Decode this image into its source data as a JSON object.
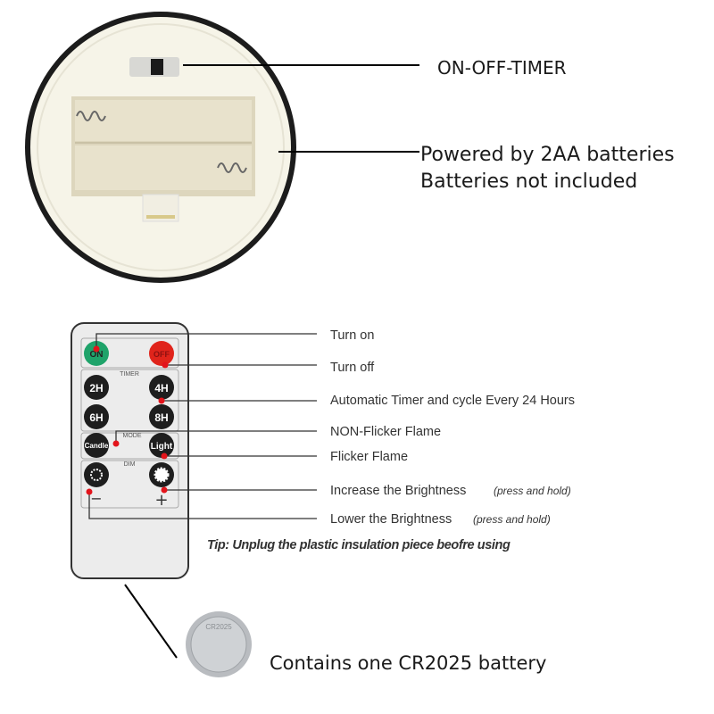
{
  "base": {
    "switch_label": "ON-OFF-TIMER",
    "battery_line1": "Powered by 2AA batteries",
    "battery_line2": "Batteries not included"
  },
  "remote": {
    "buttons": {
      "on": "ON",
      "off": "OFF",
      "h2": "2H",
      "h4": "4H",
      "h6": "6H",
      "h8": "8H",
      "candle": "Candle",
      "light": "Light",
      "minus": "−",
      "plus": "+"
    },
    "sections": {
      "timer": "TIMER",
      "mode": "MODE",
      "dim": "DIM"
    },
    "callouts": {
      "turn_on": "Turn on",
      "turn_off": "Turn off",
      "timer": "Automatic Timer and cycle Every 24 Hours",
      "non_flicker": "NON-Flicker Flame",
      "flicker": "Flicker Flame",
      "increase": "Increase the Brightness",
      "increase_note": "(press and hold)",
      "lower": "Lower the Brightness",
      "lower_note": "(press and hold)"
    },
    "tip": "Tip: Unplug the plastic insulation piece beofre using"
  },
  "coin": {
    "label": "Contains one CR2025 battery",
    "engraving": "CR2025"
  },
  "colors": {
    "on_button": "#1fa36a",
    "off_button": "#e0241b",
    "dot": "#e3141b",
    "rim": "#222222"
  }
}
